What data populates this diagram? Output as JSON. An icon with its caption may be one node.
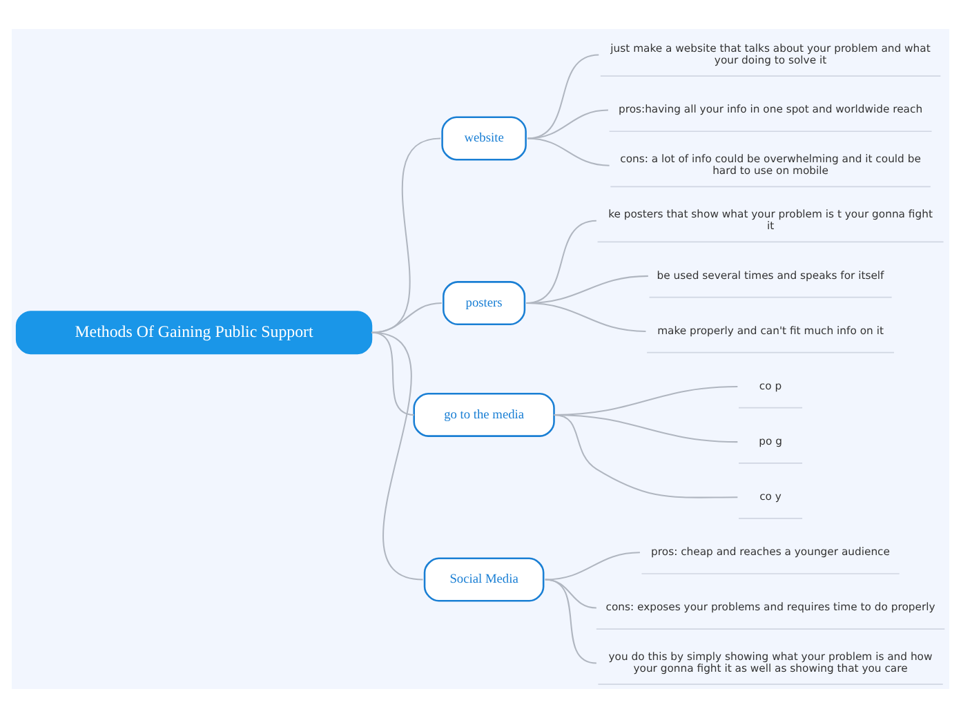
{
  "diagram": {
    "nodes": [
      {
        "text": [
          "Methods Of Gaining Public Support"
        ]
      },
      {
        "text": [
          "website"
        ]
      },
      {
        "text": [
          "just make a website that talks about your problem and what your doing to solve it"
        ]
      },
      {
        "text": [
          "pros:having all your info in one spot and worldwide reach"
        ]
      },
      {
        "text": [
          "cons: a lot of info could be overwhelming and it could be hard to use on mobile"
        ]
      },
      {
        "text": [
          "posters"
        ]
      },
      {
        "text": [
          "ke posters that show what your problem is t your gonna fight it"
        ]
      },
      {
        "text": [
          "be used several times and speaks for itself"
        ]
      },
      {
        "text": [
          "make properly and can't fit much info on it"
        ]
      },
      {
        "text": [
          "go to the media"
        ]
      },
      {
        "text": [
          "co p"
        ]
      },
      {
        "text": [
          "po g"
        ]
      },
      {
        "text": [
          "co y"
        ]
      },
      {
        "text": [
          "Social Media"
        ]
      },
      {
        "text": [
          "pros: cheap and reaches a younger audience"
        ]
      },
      {
        "text": [
          "cons: exposes your problems and requires time to do properly"
        ]
      },
      {
        "text": [
          "you do this by simply showing what your problem is and how your gonna fight it as well as showing that you care"
        ]
      }
    ],
    "edges": [
      {
        "from": 0,
        "to": 1,
        "arrow": "none"
      },
      {
        "from": 1,
        "to": 2,
        "arrow": "none"
      },
      {
        "from": 1,
        "to": 3,
        "arrow": "none"
      },
      {
        "from": 1,
        "to": 4,
        "arrow": "none"
      },
      {
        "from": 0,
        "to": 5,
        "arrow": "none"
      },
      {
        "from": 5,
        "to": 6,
        "arrow": "none"
      },
      {
        "from": 5,
        "to": 7,
        "arrow": "none"
      },
      {
        "from": 5,
        "to": 8,
        "arrow": "none"
      },
      {
        "from": 0,
        "to": 9,
        "arrow": "none"
      },
      {
        "from": 9,
        "to": 10,
        "arrow": "none"
      },
      {
        "from": 9,
        "to": 11,
        "arrow": "none"
      },
      {
        "from": 9,
        "to": 12,
        "arrow": "none"
      },
      {
        "from": 0,
        "to": 13,
        "arrow": "none"
      },
      {
        "from": 13,
        "to": 14,
        "arrow": "none"
      },
      {
        "from": 13,
        "to": 15,
        "arrow": "none"
      },
      {
        "from": 13,
        "to": 16,
        "arrow": "none"
      }
    ]
  }
}
